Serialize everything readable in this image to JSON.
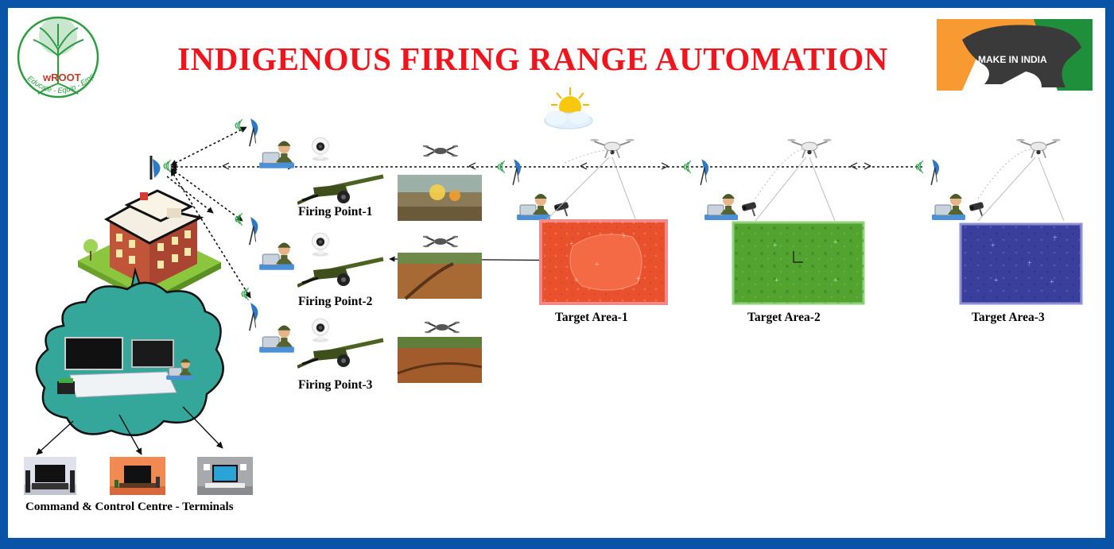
{
  "title": "INDIGENOUS FIRING RANGE AUTOMATION",
  "logo": {
    "brand": "wROOT",
    "tagline": "Educate - Equip - Empower"
  },
  "badge": {
    "text": "MAKE IN INDIA"
  },
  "firing_points": [
    {
      "label": "Firing Point-1"
    },
    {
      "label": "Firing Point-2"
    },
    {
      "label": "Firing Point-3"
    }
  ],
  "target_areas": [
    {
      "label": "Target Area-1",
      "color": "#f04a2a"
    },
    {
      "label": "Target Area-2",
      "color": "#4f9e2c"
    },
    {
      "label": "Target Area-3",
      "color": "#3a3f9c"
    }
  ],
  "command_centre": {
    "label": "Command & Control Centre - Terminals"
  },
  "colors": {
    "frame": "#0a54a8",
    "title": "#f2141c",
    "cloud": "#35a69a",
    "antenna": "#2e78c8"
  }
}
